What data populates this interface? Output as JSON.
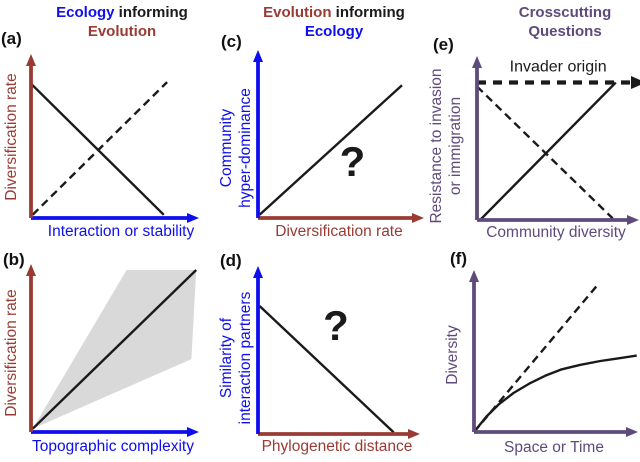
{
  "colors": {
    "blue": "#0E0EEE",
    "red": "#993B34",
    "purple": "#5E4B7C",
    "black": "#1A1A1A",
    "gray": "#D9D9D9",
    "background": "#FFFFFF"
  },
  "headers": [
    {
      "line1": [
        {
          "text": "Ecology ",
          "color": "blue"
        },
        {
          "text": "informing",
          "color": "black"
        }
      ],
      "line2": [
        {
          "text": "Evolution",
          "color": "red"
        }
      ]
    },
    {
      "line1": [
        {
          "text": "Evolution ",
          "color": "red"
        },
        {
          "text": "informing",
          "color": "black"
        }
      ],
      "line2": [
        {
          "text": "Ecology",
          "color": "blue"
        }
      ]
    },
    {
      "line1": [
        {
          "text": "Crosscutting",
          "color": "purple"
        }
      ],
      "line2": [
        {
          "text": "Questions",
          "color": "purple"
        }
      ]
    }
  ],
  "chart_data": [
    {
      "panel": "a",
      "label": "(a)",
      "type": "line",
      "x_axis": {
        "label": "Interaction or stability",
        "color": "blue"
      },
      "y_axis": {
        "label": "Diversification rate",
        "color": "red"
      },
      "series": [
        {
          "name": "diversification rate decreases with interaction or stability",
          "style": "solid",
          "points": [
            [
              0.0,
              0.85
            ],
            [
              0.82,
              0.02
            ]
          ]
        },
        {
          "name": "diversification rate increases with interaction or stability",
          "style": "dashed",
          "points": [
            [
              0.01,
              0.02
            ],
            [
              0.84,
              0.86
            ]
          ]
        }
      ],
      "annotations": []
    },
    {
      "panel": "b",
      "label": "(b)",
      "type": "line",
      "x_axis": {
        "label": "Topographic complexity",
        "color": "blue"
      },
      "y_axis": {
        "label": "Diversification rate",
        "color": "red"
      },
      "series": [
        {
          "name": "uncertainty envelope of slopes",
          "type": "polygon",
          "points": [
            [
              0.01,
              0.02
            ],
            [
              0.59,
              1.0
            ],
            [
              1.02,
              1.0
            ],
            [
              0.99,
              0.45
            ]
          ]
        },
        {
          "name": "diversification rate increases with topographic complexity",
          "style": "solid",
          "points": [
            [
              0.01,
              0.02
            ],
            [
              1.02,
              1.0
            ]
          ]
        }
      ],
      "annotations": []
    },
    {
      "panel": "c",
      "label": "(c)",
      "type": "line",
      "x_axis": {
        "label": "Diversification rate",
        "color": "red"
      },
      "y_axis": {
        "label": "Community\nhyper-dominance",
        "color": "blue"
      },
      "series": [
        {
          "name": "hyper-dominance increases with diversification rate (hypothesized)",
          "style": "solid",
          "points": [
            [
              0.01,
              0.02
            ],
            [
              0.9,
              0.82
            ]
          ]
        }
      ],
      "annotations": [
        {
          "text": "?",
          "x": 0.59,
          "y": 0.26,
          "size": 42,
          "bold": true
        }
      ]
    },
    {
      "panel": "d",
      "label": "(d)",
      "type": "line",
      "x_axis": {
        "label": "Phylogenetic distance",
        "color": "red"
      },
      "y_axis": {
        "label": "Similarity of\ninteraction partners",
        "color": "blue"
      },
      "series": [
        {
          "name": "similarity of partners decreases with phylogenetic distance (hypothesized)",
          "style": "solid",
          "points": [
            [
              0.01,
              0.79
            ],
            [
              0.87,
              0.01
            ]
          ]
        }
      ],
      "annotations": [
        {
          "text": "?",
          "x": 0.5,
          "y": 0.58,
          "size": 42,
          "bold": true
        }
      ]
    },
    {
      "panel": "e",
      "label": "(e)",
      "type": "line",
      "x_axis": {
        "label": "Community diversity",
        "color": "purple"
      },
      "y_axis": {
        "label": "Resistance to invasion\nor immigration",
        "color": "purple"
      },
      "series": [
        {
          "name": "invader origin (constant level)",
          "style": "dashed",
          "bold": true,
          "arrow": true,
          "points": [
            [
              0.0,
              0.87
            ],
            [
              1.0,
              0.87
            ]
          ]
        },
        {
          "name": "resistance increases with community diversity",
          "style": "solid",
          "points": [
            [
              0.02,
              0.0
            ],
            [
              0.89,
              0.87
            ]
          ]
        },
        {
          "name": "resistance decreases with community diversity",
          "style": "dashed",
          "points": [
            [
              0.0,
              0.845
            ],
            [
              0.87,
              0.01
            ]
          ]
        }
      ],
      "annotations": [
        {
          "text": "Invader origin",
          "x": 0.52,
          "y": 0.94,
          "size": 16,
          "bold": false
        }
      ]
    },
    {
      "panel": "f",
      "label": "(f)",
      "type": "line",
      "x_axis": {
        "label": "Space or Time",
        "color": "purple"
      },
      "y_axis": {
        "label": "Diversity",
        "color": "purple"
      },
      "series": [
        {
          "name": "unbounded (linear) diversity increase",
          "style": "dashed",
          "points": [
            [
              0.0,
              0.0
            ],
            [
              0.78,
              0.94
            ]
          ]
        },
        {
          "name": "saturating diversity accumulation",
          "style": "solid",
          "points": [
            [
              0.0,
              0.0
            ],
            [
              0.08,
              0.1
            ],
            [
              0.16,
              0.18
            ],
            [
              0.25,
              0.25
            ],
            [
              0.35,
              0.31
            ],
            [
              0.45,
              0.36
            ],
            [
              0.55,
              0.4
            ],
            [
              0.67,
              0.43
            ],
            [
              0.8,
              0.455
            ],
            [
              0.9,
              0.47
            ],
            [
              1.03,
              0.49
            ]
          ]
        }
      ],
      "annotations": []
    }
  ]
}
